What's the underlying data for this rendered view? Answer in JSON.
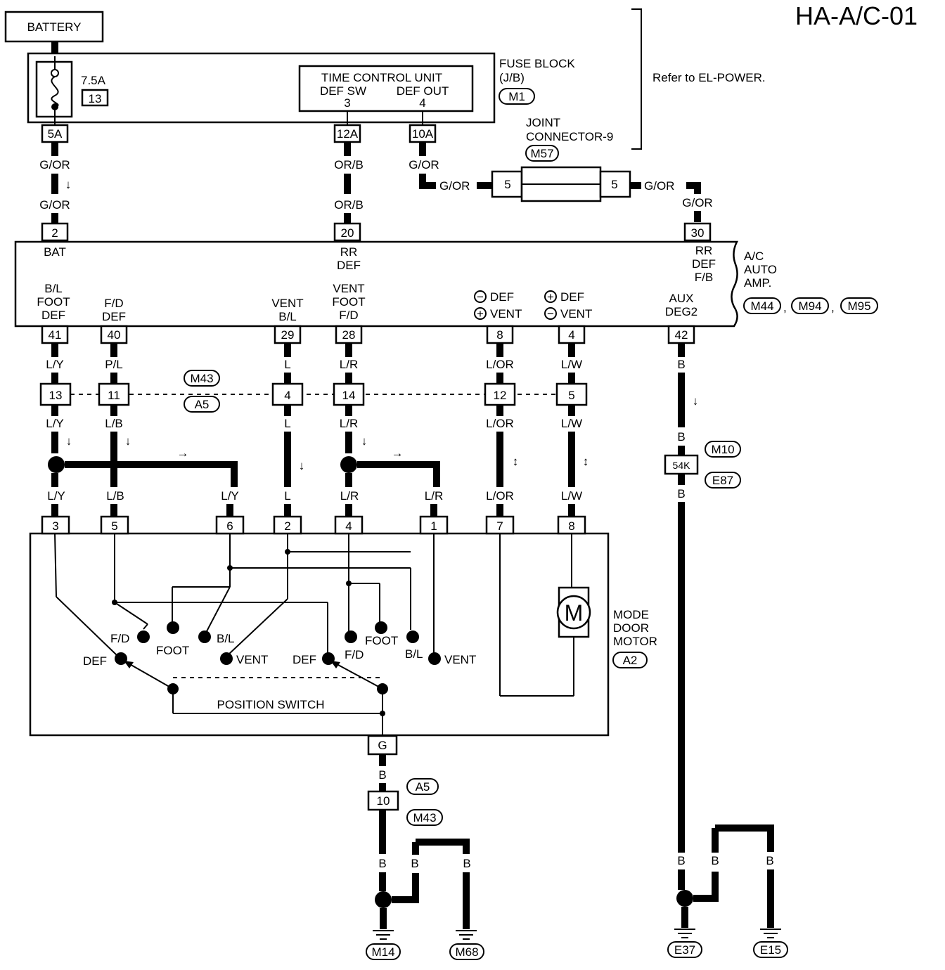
{
  "title": "HA-A/C-01",
  "battery": "BATTERY",
  "fuse": {
    "amps": "7.5A",
    "number": "13"
  },
  "fuse_block": {
    "l1": "FUSE BLOCK",
    "l2": "(J/B)",
    "conn": "M1"
  },
  "refer": "Refer to EL-POWER.",
  "tcu": {
    "l1": "TIME CONTROL UNIT",
    "l2a": "DEF SW",
    "l2b": "DEF OUT",
    "p1": "3",
    "p2": "4"
  },
  "fb_terms": {
    "a": "5A",
    "b": "12A",
    "c": "10A"
  },
  "joint": {
    "l1": "JOINT",
    "l2": "CONNECTOR-9",
    "conn": "M57",
    "pin_l": "5",
    "pin_r": "5"
  },
  "amp": {
    "l1": "A/C",
    "l2": "AUTO",
    "l3": "AMP.",
    "conns": [
      "M44",
      "M94",
      "M95"
    ],
    "bat": "BAT",
    "rr_def": [
      "RR",
      "DEF"
    ],
    "rr_def_fb": [
      "RR",
      "DEF",
      "F/B"
    ],
    "pins_top": [
      "2",
      "20",
      "30"
    ],
    "pins_bottom": [
      "41",
      "40",
      "29",
      "28",
      "8",
      "4",
      "42"
    ],
    "labels_bottom": [
      [
        "B/L",
        "FOOT",
        "DEF"
      ],
      [
        "F/D",
        "DEF"
      ],
      [
        "VENT",
        "B/L"
      ],
      [
        "VENT",
        "FOOT",
        "F/D"
      ],
      [
        "DEF",
        "VENT"
      ],
      [
        "DEF",
        "VENT"
      ],
      [
        "AUX",
        "DEG2"
      ]
    ],
    "sign_minus": "−",
    "sign_plus": "+"
  },
  "wires": {
    "g_or": "G/OR",
    "or_b": "OR/B",
    "l_y": "L/Y",
    "p_l": "P/L",
    "l": "L",
    "l_r": "L/R",
    "l_or": "L/OR",
    "l_w": "L/W",
    "b": "B",
    "l_b": "L/B"
  },
  "middle_conn": {
    "pins": [
      "13",
      "11",
      "4",
      "14",
      "12",
      "5"
    ],
    "c1": "M43",
    "c2": "A5"
  },
  "motor_pins": [
    "3",
    "5",
    "6",
    "2",
    "4",
    "1",
    "7",
    "8"
  ],
  "motor": {
    "l1": "MODE",
    "l2": "DOOR",
    "l3": "MOTOR",
    "conn": "A2",
    "symbol": "M",
    "ground_pin": "G"
  },
  "switch_labels": {
    "fd": "F/D",
    "foot": "FOOT",
    "bl": "B/L",
    "def": "DEF",
    "vent": "VENT",
    "def2": "DEF",
    "fd2": "F/D",
    "foot2": "FOOT",
    "bl2": "B/L",
    "vent2": "VENT",
    "position_switch": "POSITION SWITCH"
  },
  "ground_conn": {
    "pin": "10",
    "c1": "A5",
    "c2": "M43"
  },
  "aux_conn": {
    "pin": "54K",
    "c1": "M10",
    "c2": "E87"
  },
  "grounds": [
    "M14",
    "M68",
    "E37",
    "E15"
  ]
}
